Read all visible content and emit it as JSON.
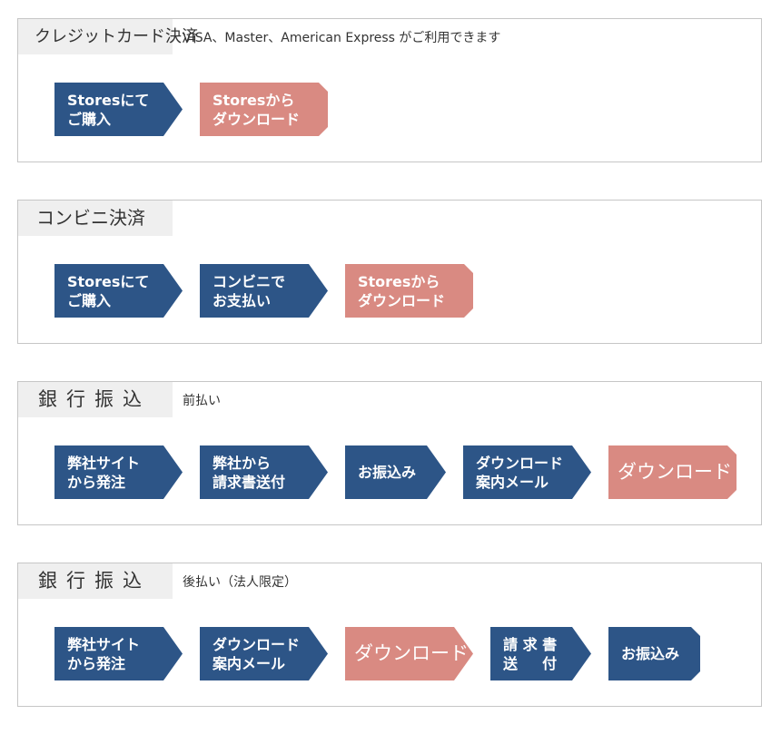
{
  "sections": [
    {
      "label": "クレジットカード決済",
      "note": "VISA、Master、American Express がご利用できます",
      "steps": [
        {
          "lines": [
            "Storesにて",
            "ご購入"
          ],
          "color": "#2d5587"
        },
        {
          "lines": [
            "Storesから",
            "ダウンロード"
          ],
          "color": "#d98a82"
        }
      ]
    },
    {
      "label": "コンビニ決済",
      "note": "",
      "steps": [
        {
          "lines": [
            "Storesにて",
            "ご購入"
          ],
          "color": "#2d5587"
        },
        {
          "lines": [
            "コンビニで",
            "お支払い"
          ],
          "color": "#2d5587"
        },
        {
          "lines": [
            "Storesから",
            "ダウンロード"
          ],
          "color": "#d98a82"
        }
      ]
    },
    {
      "label": "銀行振込",
      "note": "前払い",
      "steps": [
        {
          "lines": [
            "弊社サイト",
            "から発注"
          ],
          "color": "#2d5587"
        },
        {
          "lines": [
            "弊社から",
            "請求書送付"
          ],
          "color": "#2d5587"
        },
        {
          "lines": [
            "お振込み"
          ],
          "color": "#2d5587"
        },
        {
          "lines": [
            "ダウンロード",
            "案内メール"
          ],
          "color": "#2d5587"
        },
        {
          "lines": [
            "ダウンロード"
          ],
          "color": "#d98a82"
        }
      ]
    },
    {
      "label": "銀行振込",
      "note": "後払い（法人限定）",
      "steps": [
        {
          "lines": [
            "弊社サイト",
            "から発注"
          ],
          "color": "#2d5587"
        },
        {
          "lines": [
            "ダウンロード",
            "案内メール"
          ],
          "color": "#2d5587"
        },
        {
          "lines": [
            "ダウンロード"
          ],
          "color": "#d98a82"
        },
        {
          "lines": [
            "請 求 書",
            "送 　 付"
          ],
          "color": "#2d5587"
        },
        {
          "lines": [
            "お振込み"
          ],
          "color": "#2d5587"
        }
      ]
    }
  ]
}
